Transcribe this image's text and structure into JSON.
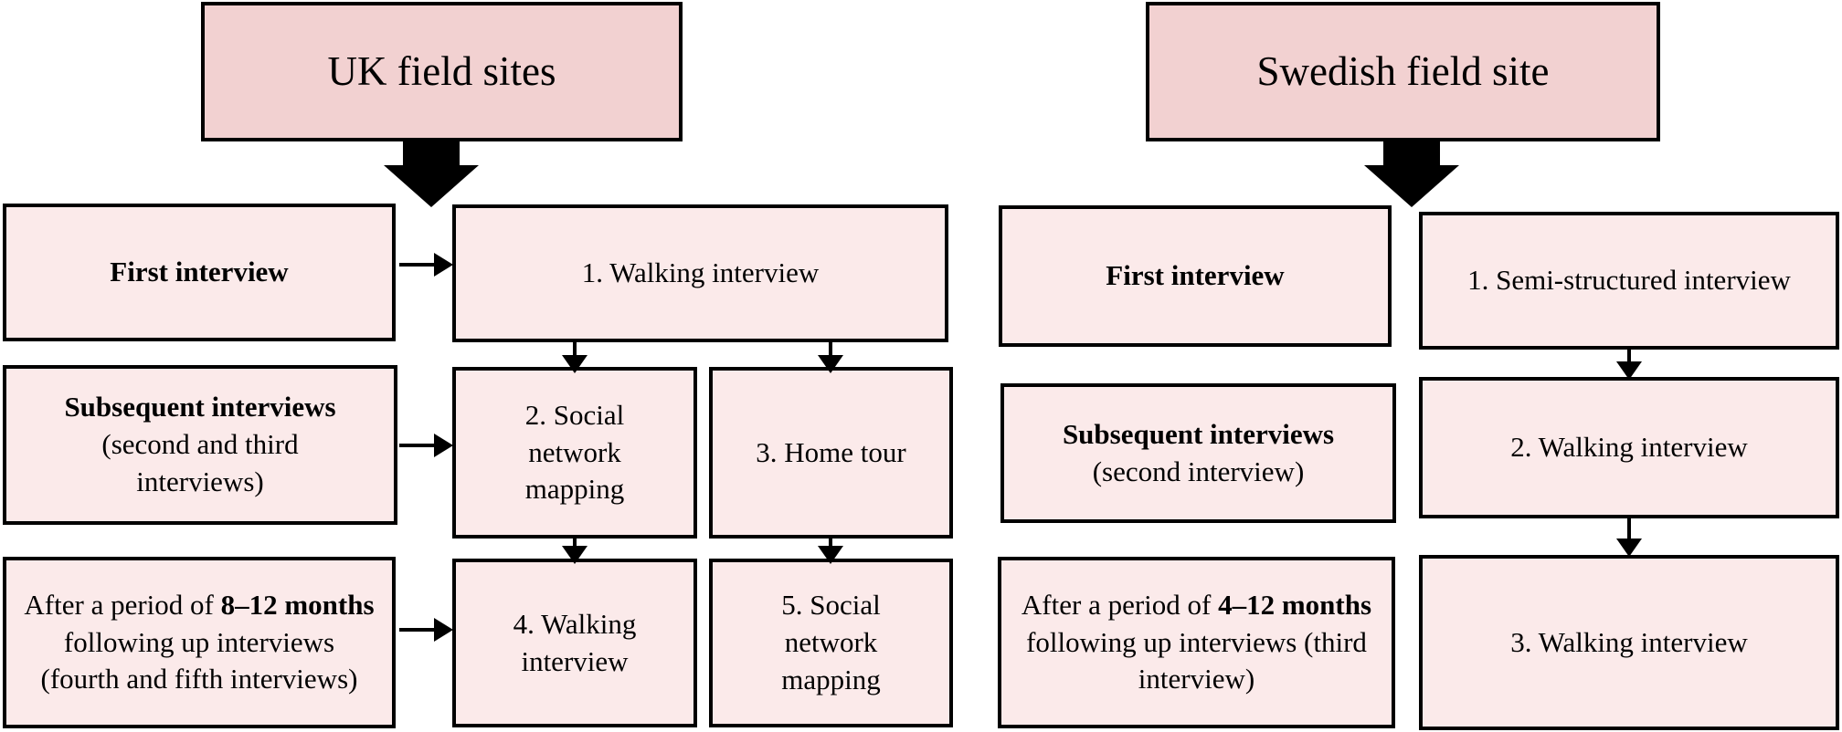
{
  "colors": {
    "header_fill": "#f2d1d1",
    "box_fill": "#fbeaea",
    "border": "#000000",
    "arrow": "#000000",
    "background": "#ffffff"
  },
  "uk": {
    "header": "UK field sites",
    "stage1_bold": "First interview",
    "stage2_bold": "Subsequent interviews",
    "stage2_detail": "(second and third interviews)",
    "stage3_pre": "After a period of ",
    "stage3_bold": "8–12 months",
    "stage3_post": " following up interviews (fourth and fifth interviews)",
    "step1": "1. Walking interview",
    "step2": "2. Social network mapping",
    "step3": "3. Home tour",
    "step4": "4. Walking interview",
    "step5": "5. Social network mapping"
  },
  "sweden": {
    "header": "Swedish field site",
    "stage1_bold": "First interview",
    "stage2_bold": "Subsequent interviews",
    "stage2_detail": "(second interview)",
    "stage3_pre": "After a period of ",
    "stage3_bold": "4–12 months",
    "stage3_post": " following up interviews (third interview)",
    "step1": "1. Semi-structured interview",
    "step2": "2. Walking interview",
    "step3": "3. Walking interview"
  }
}
